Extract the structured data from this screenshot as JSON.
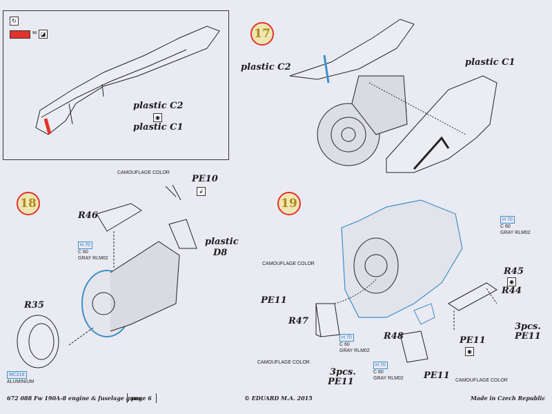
{
  "labels": {
    "plastic_c2_inset": "plastic C2",
    "plastic_c1_inset": "plastic C1",
    "plastic_c2": "plastic C2",
    "plastic_c1": "plastic C1",
    "plastic_d8_a": "plastic",
    "plastic_d8_b": "D8",
    "r46": "R46",
    "r35": "R35",
    "pe10": "PE10",
    "pe11_left": "PE11",
    "r47": "R47",
    "r48": "R48",
    "pe11_mid": "PE11",
    "pe11_bottom": "PE11",
    "three_pcs_pe11_a": "3pcs.",
    "three_pcs_pe11_b": "PE11",
    "three_pcs_right_a": "3pcs.",
    "three_pcs_right_b": "PE11",
    "r45": "R45",
    "r44": "R44",
    "camo_18": "CAMOUFLAGE COLOR",
    "camo_19_left": "CAMOUFLAGE COLOR",
    "camo_19_bottom_left": "CAMOUFLAGE COLOR",
    "camo_19_bottom_right": "CAMOUFLAGE COLOR",
    "aluminium": "ALUMINIUM"
  },
  "steps": {
    "s17": "17",
    "s18": "18",
    "s19": "19"
  },
  "paint": {
    "p18": {
      "code": "H 70",
      "c": "C 60",
      "name": "GRAY RLM02"
    },
    "p19a": {
      "code": "H 70",
      "c": "C 60",
      "name": "GRAY RLM02"
    },
    "p19b": {
      "code": "H 70",
      "c": "C 60",
      "name": "GRAY RLM02"
    },
    "p19c": {
      "code": "H 70",
      "c": "C 60",
      "name": "GRAY RLM02"
    },
    "mc218": "MC218"
  },
  "inset_icons": {
    "refresh": "↻",
    "equals": "="
  },
  "footer": {
    "product": "672 088  Fw 190A-8 engine & fuselage guns",
    "page": "page 6",
    "copyright": "© EDUARD  M.A. 2015",
    "made_in": "Made in Czech Republic"
  },
  "colors": {
    "background": "#e9eaf2",
    "accent_red": "#e2322a",
    "paint_blue": "#3a8fc8"
  }
}
